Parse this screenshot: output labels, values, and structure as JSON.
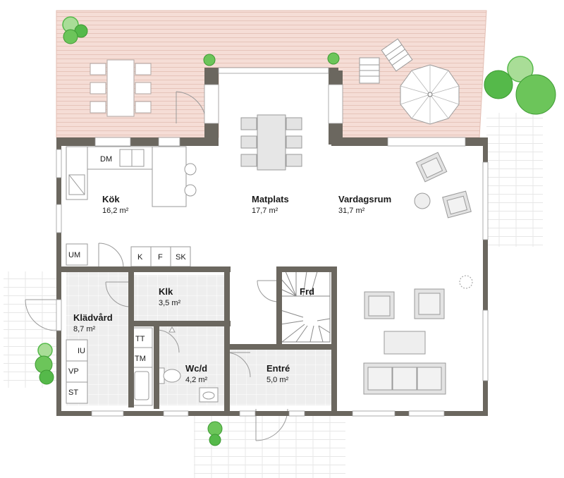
{
  "colors": {
    "wall": "#6b675f",
    "deck": "#f5ddd6",
    "deck_line": "#e2bdb2",
    "tile": "#eeeeee",
    "tile_line": "#ffffff",
    "furniture": "#e3e3e3",
    "furniture_line": "#9a9a9a",
    "tree": "#55b94a",
    "tree_light": "#a9dd97"
  },
  "rooms": {
    "kok": {
      "name": "Kök",
      "area": "16,2 m²"
    },
    "matplats": {
      "name": "Matplats",
      "area": "17,7 m²"
    },
    "vardagsrum": {
      "name": "Vardagsrum",
      "area": "31,7 m²"
    },
    "klk": {
      "name": "Klk",
      "area": "3,5 m²"
    },
    "frd": {
      "name": "Frd"
    },
    "kladvard": {
      "name": "Klädvård",
      "area": "8,7 m²"
    },
    "wcd": {
      "name": "Wc/d",
      "area": "4,2 m²"
    },
    "entre": {
      "name": "Entré",
      "area": "5,0 m²"
    }
  },
  "appliances": {
    "dm": "DM",
    "um": "UM",
    "k": "K",
    "f": "F",
    "sk": "SK",
    "tt": "TT",
    "tm": "TM",
    "iu": "IU",
    "vp": "VP",
    "st": "ST"
  }
}
